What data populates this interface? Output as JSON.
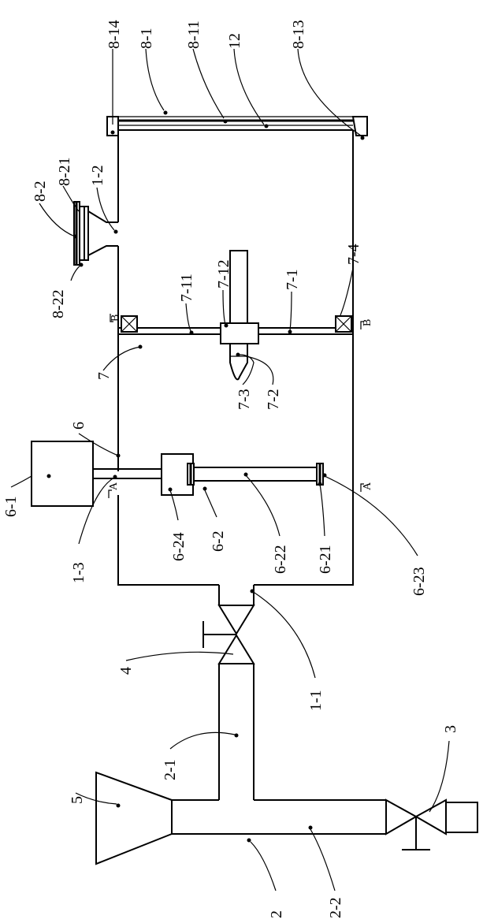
{
  "labels": {
    "l_8_14": "8-14",
    "l_8_1": "8-1",
    "l_8_11": "8-11",
    "l_12": "12",
    "l_8_13": "8-13",
    "l_8_2": "8-2",
    "l_8_21": "8-21",
    "l_1_2": "1-2",
    "l_7_4": "7-4",
    "l_8_22": "8-22",
    "l_7_11": "7-11",
    "l_7_12": "7-12",
    "l_7_1": "7-1",
    "l_7": "7",
    "l_7_3": "7-3",
    "l_7_2": "7-2",
    "l_6": "6",
    "l_6_1": "6-1",
    "l_1_3": "1-3",
    "l_6_24": "6-24",
    "l_6_2": "6-2",
    "l_6_22": "6-22",
    "l_6_21": "6-21",
    "l_6_23": "6-23",
    "l_4": "4",
    "l_1_1": "1-1",
    "l_2_1": "2-1",
    "l_5": "5",
    "l_3": "3",
    "l_2": "2",
    "l_2_2": "2-2"
  },
  "section_marks": {
    "b_top": "B",
    "b_bottom": "B",
    "a_top": "A",
    "a_bottom": "A"
  }
}
